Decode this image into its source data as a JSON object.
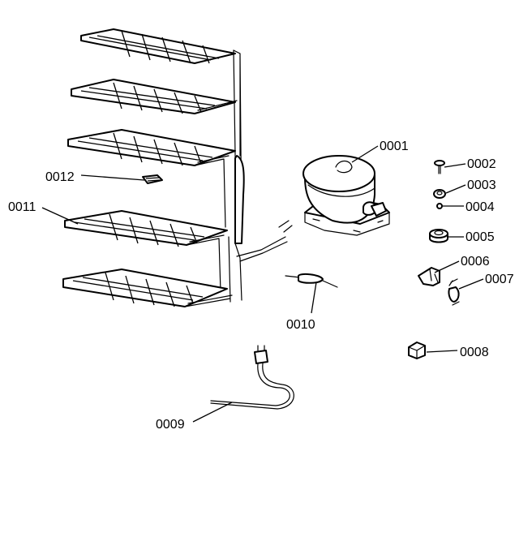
{
  "callouts": {
    "c0001": "0001",
    "c0002": "0002",
    "c0003": "0003",
    "c0004": "0004",
    "c0005": "0005",
    "c0006": "0006",
    "c0007": "0007",
    "c0008": "0008",
    "c0009": "0009",
    "c0010": "0010",
    "c0011": "0011",
    "c0012": "0012"
  },
  "icons": {
    "evaporator": "evaporator-shelf-rack-icon",
    "compressor": "compressor-icon",
    "screw": "screw-icon",
    "washer": "washer-icon",
    "clip": "clip-icon",
    "grommet": "grommet-icon",
    "relay": "relay-icon",
    "clamp": "clamp-icon",
    "capacitor": "capacitor-icon",
    "cable": "power-cable-icon",
    "filter_drier": "filter-drier-icon",
    "shelf_clip": "shelf-clip-icon"
  },
  "colors": {
    "line": "#000000",
    "background": "#ffffff"
  }
}
